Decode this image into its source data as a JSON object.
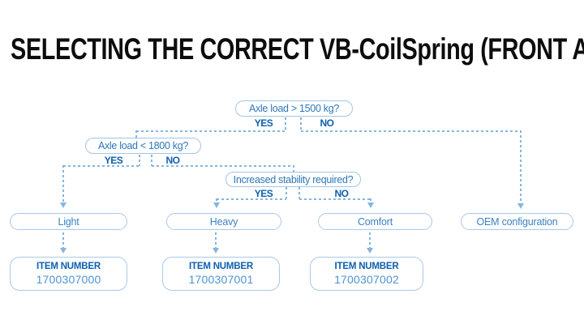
{
  "title": "SELECTING THE CORRECT VB-CoilSpring (FRONT AXLE)",
  "diagram": {
    "decisions": [
      {
        "question": "Axle load > 1500 kg?",
        "yes_label": "YES",
        "no_label": "NO"
      },
      {
        "question": "Axle load < 1800 kg?",
        "yes_label": "YES",
        "no_label": "NO"
      },
      {
        "question": "Increased stability required?",
        "yes_label": "YES",
        "no_label": "NO"
      }
    ],
    "outcomes": [
      {
        "label": "Light",
        "item_label": "ITEM NUMBER",
        "item_number": "1700307000"
      },
      {
        "label": "Heavy",
        "item_label": "ITEM NUMBER",
        "item_number": "1700307001"
      },
      {
        "label": "Comfort",
        "item_label": "ITEM NUMBER",
        "item_number": "1700307002"
      },
      {
        "label": "OEM configuration"
      }
    ],
    "colors": {
      "question_text": "#2e77b8",
      "yes_no_label": "#0d5fae",
      "outcome_text": "#3b82c4",
      "item_label": "#0d5fae",
      "item_number": "#4f93d5",
      "box_border": "#a2c6e6",
      "connector": "#85b5e0",
      "title": "#0d0d0d",
      "background": "#ffffff"
    }
  }
}
